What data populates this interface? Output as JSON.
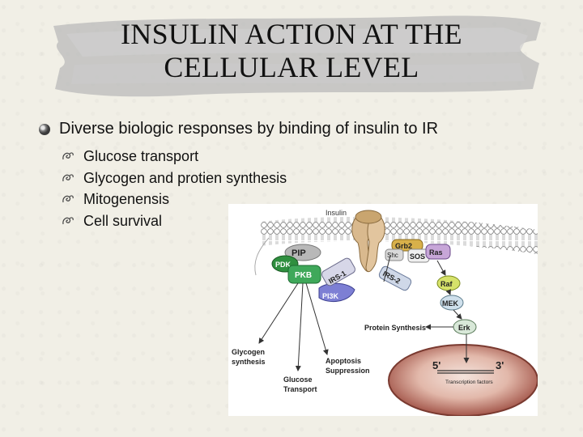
{
  "slide": {
    "title": "INSULIN ACTION AT THE CELLULAR LEVEL",
    "main_bullet": "Diverse biologic responses by binding of insulin to IR",
    "sub_bullets": [
      "Glucose transport",
      "Glycogen and protien synthesis",
      "Mitogenensis",
      "Cell survival"
    ]
  },
  "diagram": {
    "insulin": "Insulin",
    "pip": "PIP",
    "pdk": "PDK",
    "pkb": "PKB",
    "pi3k": "PI3K",
    "irs1": "IRS-1",
    "irs2": "IRS-2",
    "grb2": "Grb2",
    "shc": "Shc",
    "sos": "SOS",
    "ras": "Ras",
    "raf": "Raf",
    "mek": "MEK",
    "erk": "Erk",
    "protein_synthesis": "Protein Synthesis",
    "glycogen_1": "Glycogen",
    "glycogen_2": "synthesis",
    "glucose_1": "Glucose",
    "glucose_2": "Transport",
    "apoptosis_1": "Apoptosis",
    "apoptosis_2": "Suppression",
    "five_prime": "5'",
    "three_prime": "3'",
    "tf": "Transcription factors"
  }
}
